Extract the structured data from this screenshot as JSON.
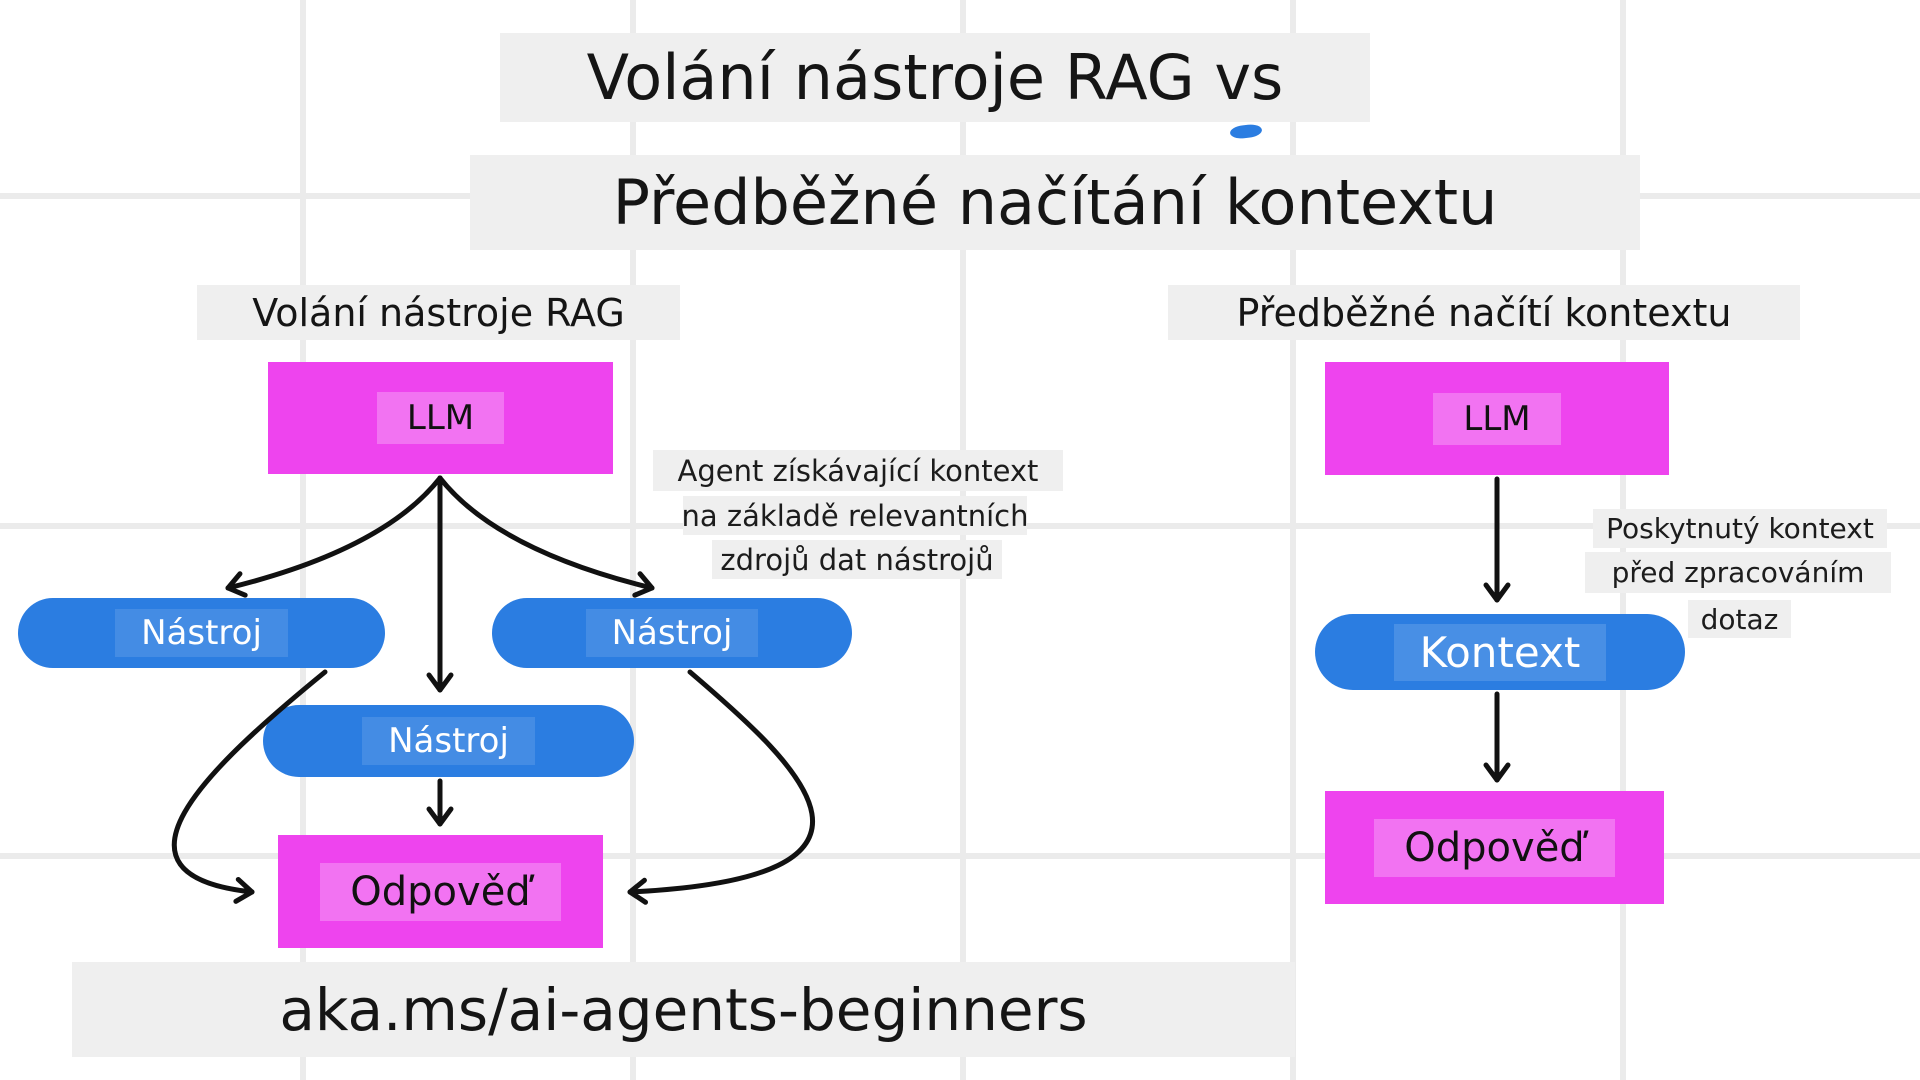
{
  "title": {
    "line1": "Volání nástroje RAG vs",
    "line2": "Předběžné načítání kontextu"
  },
  "left": {
    "heading": "Volání nástroje RAG",
    "llm_label": "LLM",
    "tools": [
      "Nástroj",
      "Nástroj",
      "Nástroj"
    ],
    "answer_label": "Odpověď",
    "annotation": [
      "Agent získávající kontext",
      "na základě relevantních",
      "zdrojů dat nástrojů"
    ]
  },
  "right": {
    "heading": "Předběžné načítí kontextu",
    "llm_label": "LLM",
    "context_label": "Kontext",
    "answer_label": "Odpověď",
    "annotation": [
      "Poskytnutý kontext",
      "před zpracováním",
      "dotaz"
    ]
  },
  "footer": {
    "link_text": "aka.ms/ai-agents-beginners"
  },
  "colors": {
    "magenta": "#ee44ee",
    "blue": "#2b7de1",
    "band": "#efefef",
    "grid": "#ebebeb",
    "arrow": "#111111"
  }
}
